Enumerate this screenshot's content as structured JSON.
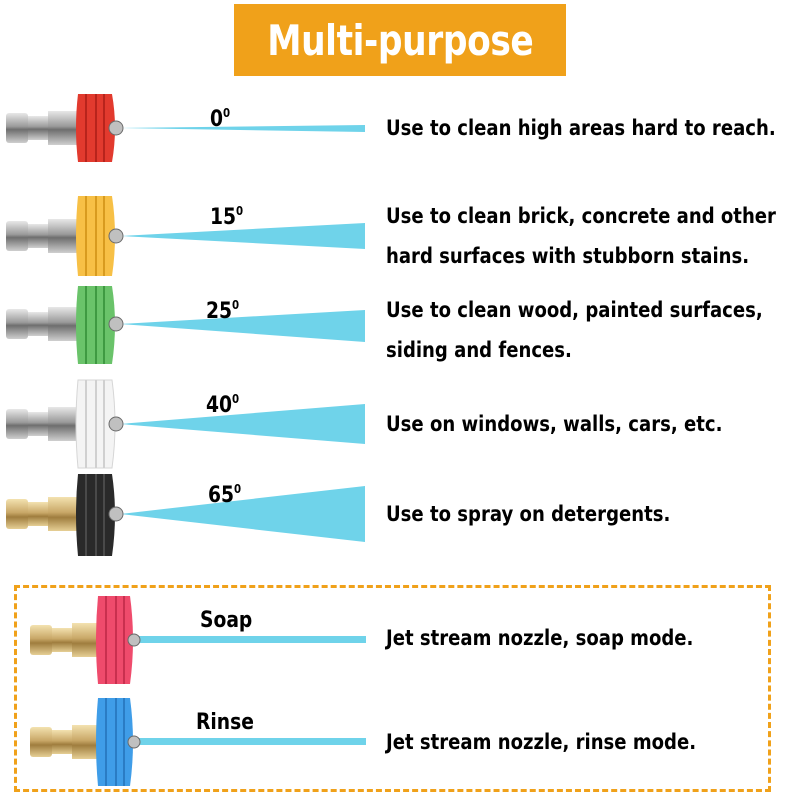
{
  "banner": {
    "title": "Multi-purpose",
    "color": "#f0a11a"
  },
  "nozzles": [
    {
      "angle": "0",
      "degree_mark": "0",
      "cap_color": "#e23a2e",
      "body": "steel",
      "description_lines": [
        "Use to clean high areas hard to reach."
      ]
    },
    {
      "angle": "15",
      "degree_mark": "0",
      "cap_color": "#f7c046",
      "body": "steel",
      "description_lines": [
        "Use to clean brick, concrete and other",
        "hard surfaces with stubborn stains."
      ]
    },
    {
      "angle": "25",
      "degree_mark": "0",
      "cap_color": "#6ac36a",
      "body": "steel",
      "description_lines": [
        "Use to clean wood, painted surfaces,",
        "siding and fences."
      ]
    },
    {
      "angle": "40",
      "degree_mark": "0",
      "cap_color": "#f4f4f4",
      "body": "steel",
      "description_lines": [
        "Use on windows, walls, cars, etc."
      ]
    },
    {
      "angle": "65",
      "degree_mark": "0",
      "cap_color": "#2a2a2a",
      "body": "brass",
      "description_lines": [
        "Use to spray on detergents."
      ]
    }
  ],
  "special_nozzles": [
    {
      "label": "Soap",
      "cap_color": "#ef4b6c",
      "body": "brass",
      "description": "Jet stream nozzle, soap mode."
    },
    {
      "label": "Rinse",
      "cap_color": "#3f9de8",
      "body": "brass",
      "description": "Jet stream nozzle, rinse mode."
    }
  ],
  "spray_color": "#6fd3ea"
}
